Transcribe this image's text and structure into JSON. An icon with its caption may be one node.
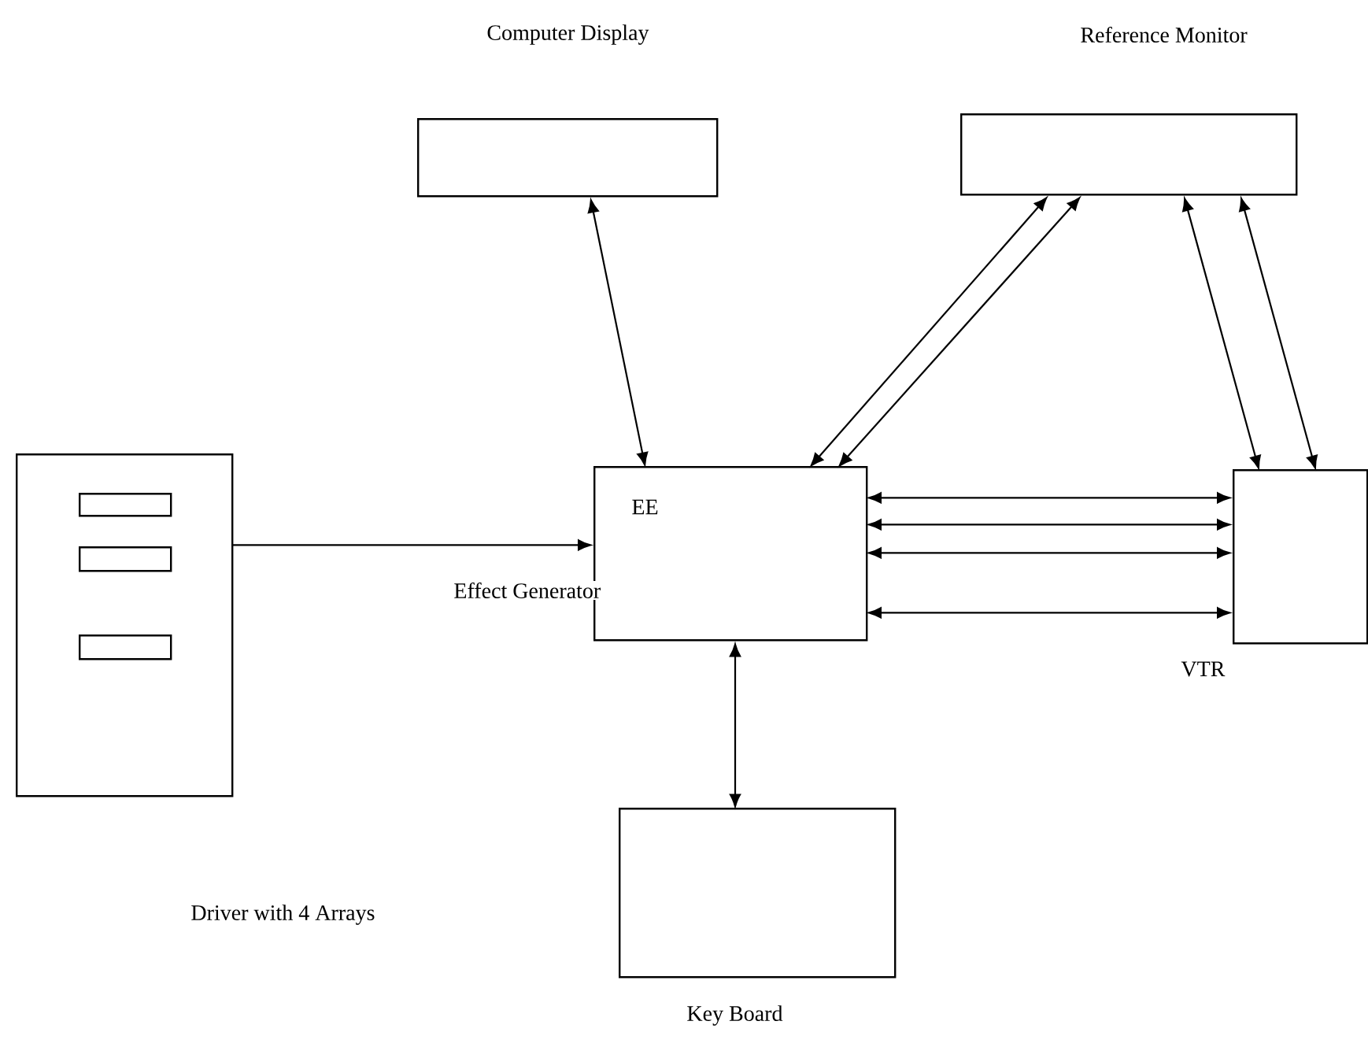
{
  "diagram": {
    "nodes": [
      {
        "text": [
          "Computer Display"
        ]
      },
      {
        "text": [
          "Reference Monitor"
        ]
      },
      {
        "text": [
          "Driver with 4 Arrays"
        ]
      },
      {
        "text": [],
        "shape": "box",
        "in": 2
      },
      {
        "text": [],
        "shape": "box",
        "in": 2
      },
      {
        "text": [],
        "shape": "box",
        "in": 2
      },
      {
        "text": [
          "EE"
        ],
        "beside": [
          "Effect Generator"
        ]
      },
      {
        "text": [
          "VTR"
        ]
      },
      {
        "text": [
          "Key Board"
        ]
      }
    ],
    "edges": [
      {
        "from": 6,
        "to": 0,
        "arrow": "both"
      },
      {
        "from": 6,
        "to": 1,
        "arrow": "both"
      },
      {
        "from": 6,
        "to": 1,
        "arrow": "both"
      },
      {
        "from": 7,
        "to": 1,
        "arrow": "both"
      },
      {
        "from": 7,
        "to": 1,
        "arrow": "both"
      },
      {
        "from": 6,
        "to": 7,
        "arrow": "both"
      },
      {
        "from": 6,
        "to": 7,
        "arrow": "both"
      },
      {
        "from": 6,
        "to": 7,
        "arrow": "both"
      },
      {
        "from": 6,
        "to": 7,
        "arrow": "both"
      },
      {
        "from": 6,
        "to": 8,
        "arrow": "both"
      },
      {
        "from": 2,
        "to": 6,
        "arrow": "to"
      }
    ]
  }
}
